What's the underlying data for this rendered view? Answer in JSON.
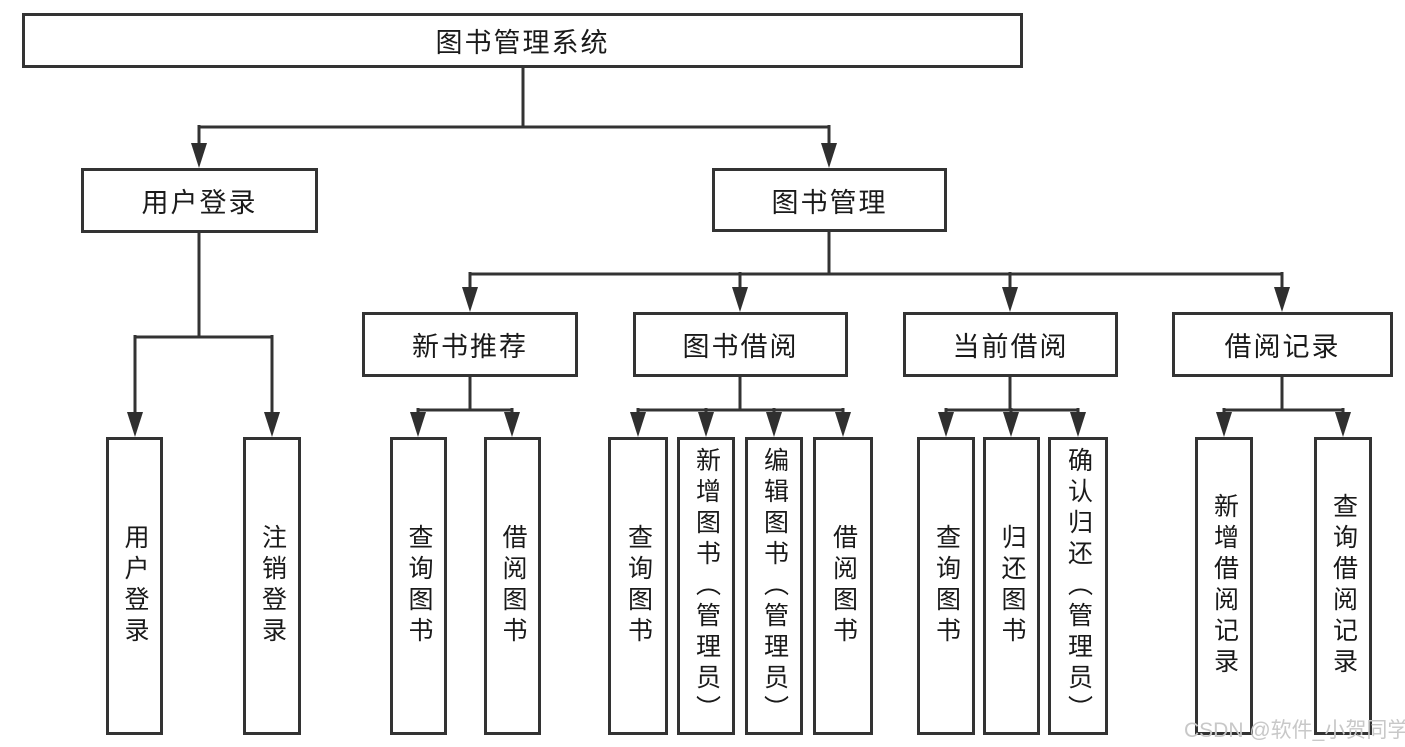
{
  "colors": {
    "line": "#333333",
    "text": "#1a1a1a",
    "watermark": "#c8c8c8",
    "background": "#ffffff"
  },
  "diagram": {
    "root": {
      "label": "图书管理系统"
    },
    "branches": [
      {
        "label": "用户登录",
        "leaves": [
          {
            "label": "用户登录"
          },
          {
            "label": "注销登录"
          }
        ]
      },
      {
        "label": "图书管理",
        "groups": [
          {
            "label": "新书推荐",
            "leaves": [
              {
                "label": "查询图书"
              },
              {
                "label": "借阅图书"
              }
            ]
          },
          {
            "label": "图书借阅",
            "leaves": [
              {
                "label": "查询图书"
              },
              {
                "label": "新增图书（管理员）"
              },
              {
                "label": "编辑图书（管理员）"
              },
              {
                "label": "借阅图书"
              }
            ]
          },
          {
            "label": "当前借阅",
            "leaves": [
              {
                "label": "查询图书"
              },
              {
                "label": "归还图书"
              },
              {
                "label": "确认归还（管理员）"
              }
            ]
          },
          {
            "label": "借阅记录",
            "leaves": [
              {
                "label": "新增借阅记录"
              },
              {
                "label": "查询借阅记录"
              }
            ]
          }
        ]
      }
    ]
  },
  "watermark": {
    "label": "CSDN @软件_小贺同学"
  }
}
